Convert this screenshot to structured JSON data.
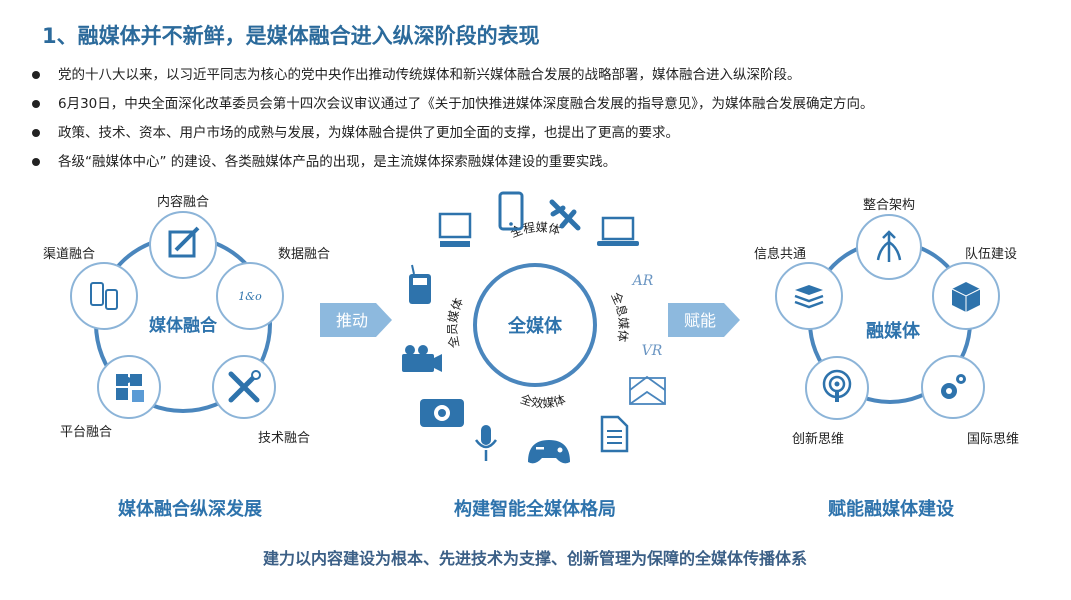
{
  "title": "1、融媒体并不新鲜，是媒体融合进入纵深阶段的表现",
  "bullets": [
    "党的十八大以来，以习近平同志为核心的党中央作出推动传统媒体和新兴媒体融合发展的战略部署，媒体融合进入纵深阶段。",
    "6月30日，中央全面深化改革委员会第十四次会议审议通过了《关于加快推进媒体深度融合发展的指导意见》，为媒体融合发展确定方向。",
    "政策、技术、资本、用户市场的成熟与发展，为媒体融合提供了更加全面的支撑，也提出了更高的要求。",
    "各级“融媒体中心” 的建设、各类融媒体产品的出现，是主流媒体探索融媒体建设的重要实践。"
  ],
  "left": {
    "center": "媒体融合",
    "nodes": [
      "内容融合",
      "数据融合",
      "技术融合",
      "平台融合",
      "渠道融合"
    ],
    "data_icon_text": "1&o",
    "caption": "媒体融合纵深发展"
  },
  "arrow1": "推动",
  "middle": {
    "center": "全媒体",
    "arc_labels": [
      "全程媒体",
      "全息媒体",
      "全效媒体",
      "全员媒体"
    ],
    "ar": "AR",
    "vr": "VR",
    "caption": "构建智能全媒体格局"
  },
  "arrow2": "赋能",
  "right": {
    "center": "融媒体",
    "nodes": [
      "整合架构",
      "队伍建设",
      "国际思维",
      "创新思维",
      "信息共通"
    ],
    "caption": "赋能融媒体建设"
  },
  "footer": "建力以内容建设为根本、先进技术为支撑、创新管理为保障的全媒体传播体系",
  "colors": {
    "blue": "#2e73ac",
    "light_blue": "#8cb4d8",
    "ring": "#4a86bd",
    "text": "#222222",
    "caption": "#2e73ac"
  }
}
